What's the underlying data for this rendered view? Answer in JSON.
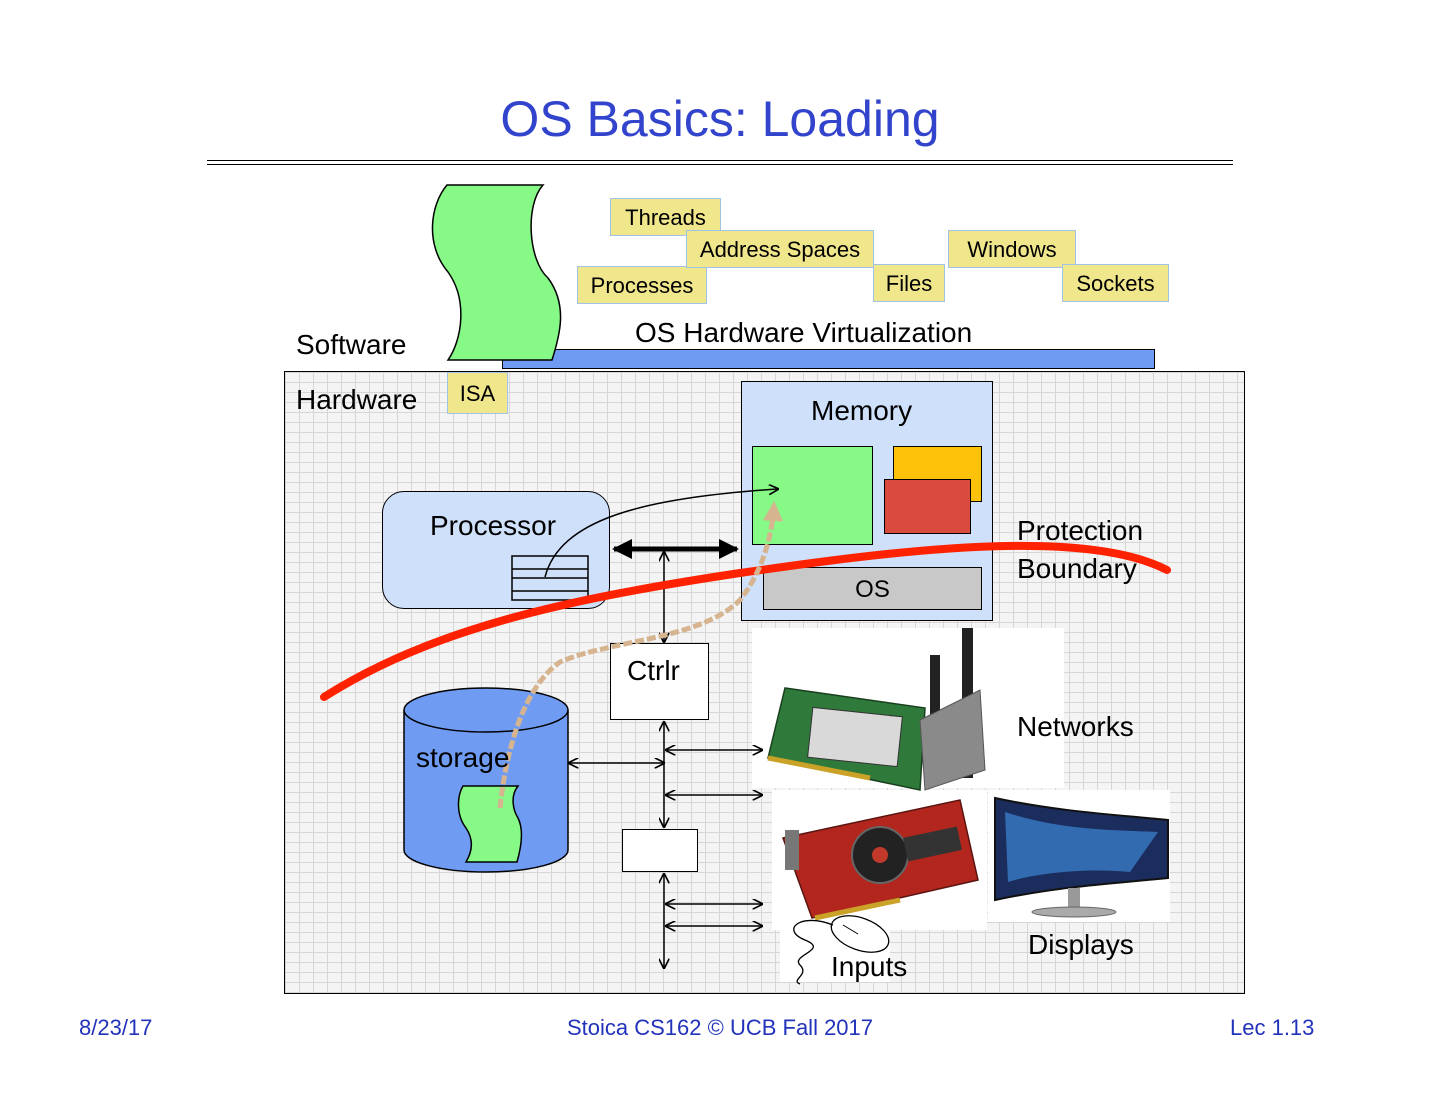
{
  "slide": {
    "title": "OS Basics: Loading",
    "labels": {
      "software": "Software",
      "hardware": "Hardware",
      "virtualization": "OS Hardware Virtualization",
      "memory": "Memory",
      "processor": "Processor",
      "os": "OS",
      "ctrlr": "Ctrlr",
      "storage": "storage",
      "protection": "Protection",
      "boundary": "Boundary",
      "networks": "Networks",
      "displays": "Displays",
      "inputs": "Inputs"
    },
    "abstractions": {
      "threads": "Threads",
      "address_spaces": "Address Spaces",
      "processes": "Processes",
      "files": "Files",
      "windows": "Windows",
      "sockets": "Sockets",
      "isa": "ISA"
    },
    "icons": [
      "program-scroll-icon",
      "network-card-icon",
      "graphics-card-icon",
      "monitor-icon",
      "mouse-icon"
    ],
    "colors": {
      "title": "#3344cc",
      "abstraction_box": "#f0e68c",
      "program_green": "#86f986",
      "memory_blue": "#cfe0fb",
      "storage_blue": "#6f9cf2",
      "protection_red": "#ff2200",
      "load_path": "#d6b48f"
    }
  },
  "footer": {
    "date": "8/23/17",
    "center": "Stoica CS162 © UCB Fall 2017",
    "lecture": "Lec 1.13"
  }
}
